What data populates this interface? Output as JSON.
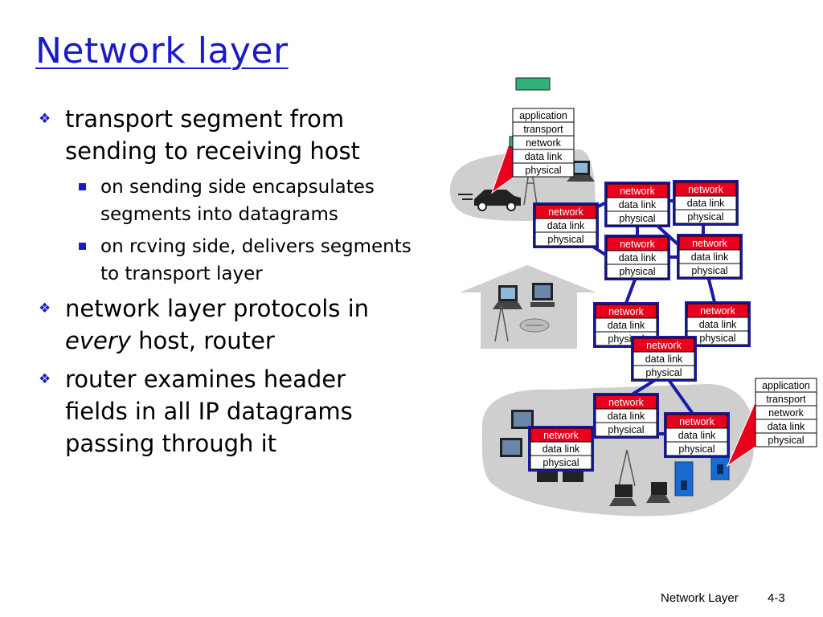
{
  "slide": {
    "title": "Network layer",
    "bullets": [
      {
        "text": "transport segment from sending to receiving host",
        "sub": [
          "on sending side encapsulates segments into datagrams",
          "on rcving side, delivers segments to transport layer"
        ]
      },
      {
        "text_pre": "network layer protocols in ",
        "text_em": "every",
        "text_post": " host, router"
      },
      {
        "text": "router examines header fields in all IP datagrams passing through it"
      }
    ],
    "footer_left": "Network Layer",
    "footer_right": "4-3"
  },
  "diagram": {
    "host_layers": [
      "application",
      "transport",
      "network",
      "data link",
      "physical"
    ],
    "router_layers": [
      "network",
      "data link",
      "physical"
    ],
    "colors": {
      "network_red": "#e8001c",
      "router_blue": "#1a1aa8",
      "cloud_gray": "#cfcfcf",
      "datagram_green": "#2fb37a"
    }
  }
}
